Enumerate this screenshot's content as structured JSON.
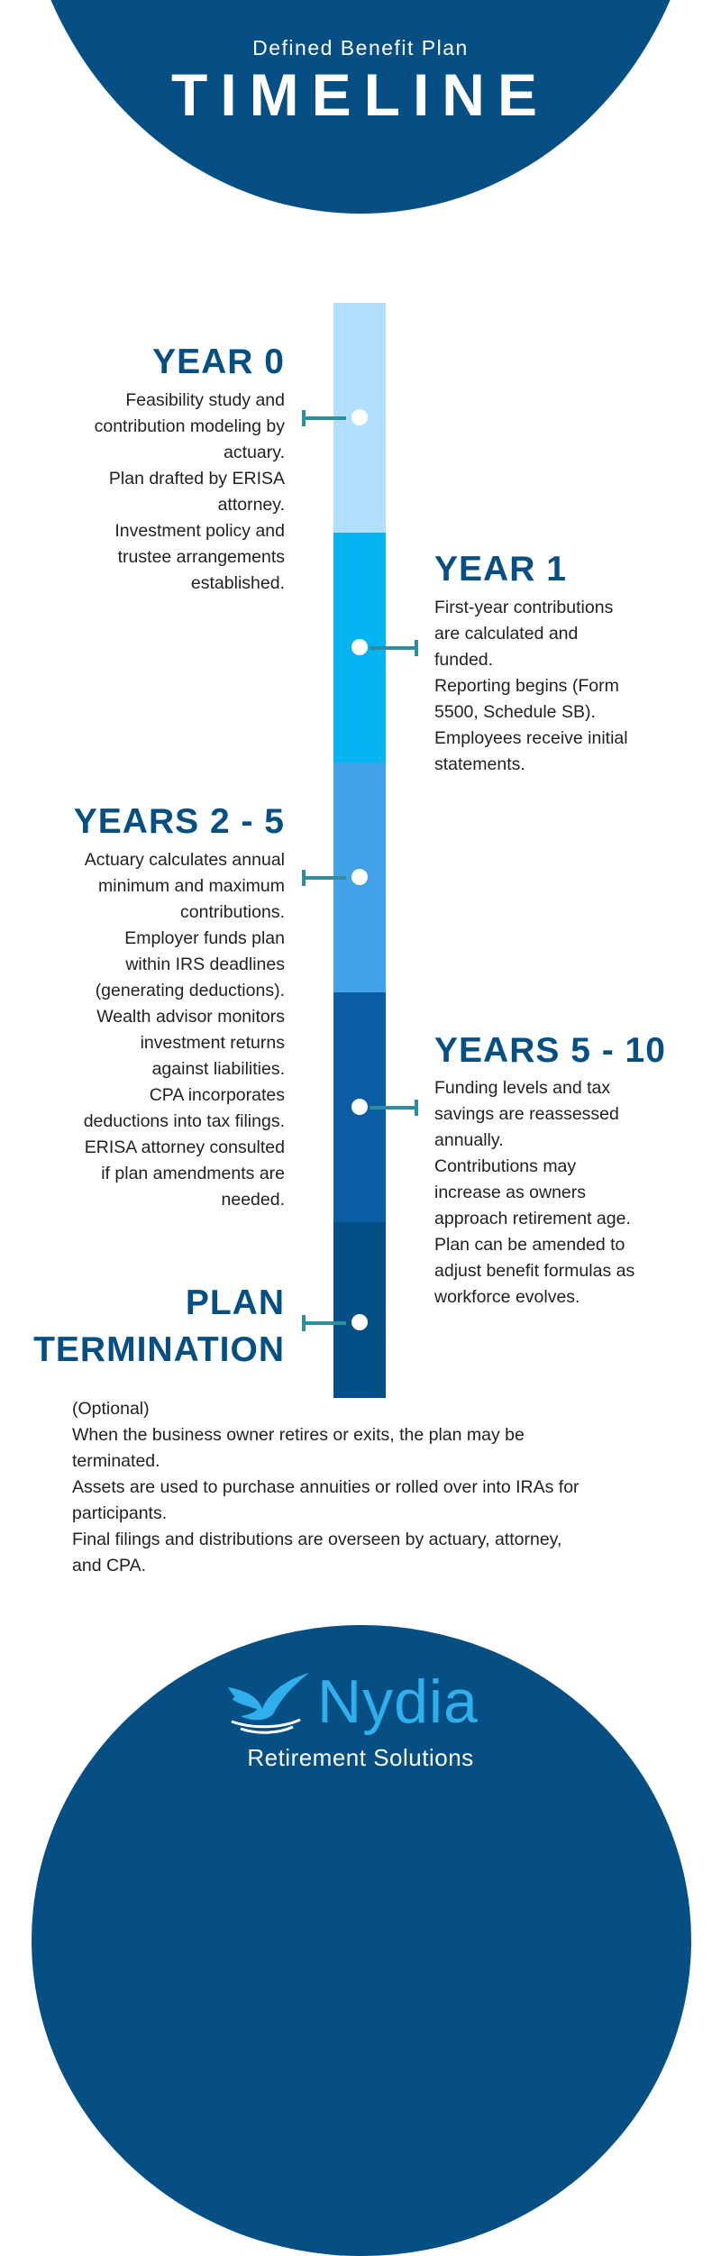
{
  "header": {
    "subtitle": "Defined Benefit Plan",
    "title": "TIMELINE"
  },
  "timeline": [
    {
      "heading": "YEAR 0",
      "lines": [
        "Feasibility study and",
        "contribution modeling by",
        "actuary.",
        "Plan drafted by ERISA",
        "attorney.",
        "Investment policy and",
        "trustee arrangements",
        "established."
      ]
    },
    {
      "heading": "YEAR 1",
      "lines": [
        "First-year contributions",
        "are calculated and",
        "funded.",
        "Reporting begins (Form",
        "5500, Schedule SB).",
        "Employees receive initial",
        "statements."
      ]
    },
    {
      "heading": "YEARS 2 - 5",
      "lines": [
        "Actuary calculates annual",
        "minimum and maximum",
        "contributions.",
        "Employer funds plan",
        "within IRS deadlines",
        "(generating deductions).",
        "Wealth advisor monitors",
        "investment returns",
        "against liabilities.",
        "CPA incorporates",
        "deductions into tax filings.",
        "ERISA attorney consulted",
        "if plan amendments are",
        "needed."
      ]
    },
    {
      "heading": "YEARS 5 - 10",
      "lines": [
        "Funding levels and tax",
        "savings are reassessed",
        "annually.",
        "Contributions may",
        "increase as owners",
        "approach retirement age.",
        "Plan can be amended to",
        "adjust benefit formulas as",
        "workforce evolves."
      ]
    },
    {
      "heading_lines": [
        "PLAN",
        "TERMINATION"
      ],
      "lines": [
        "(Optional)",
        "When the business owner retires or exits, the plan may be",
        "terminated.",
        "Assets are used to purchase annuities or rolled over into IRAs for",
        "participants.",
        "Final filings and distributions are overseen by actuary, attorney,",
        "and CPA."
      ]
    }
  ],
  "footer": {
    "brand": "Nydia",
    "tagline": "Retirement Solutions"
  },
  "colors": {
    "navy": "#054f85",
    "segment_colors": [
      "#b3dfff",
      "#03b4f0",
      "#41a2e8",
      "#0a5da3",
      "#044f86"
    ],
    "connector": "#2e8e9e",
    "brand_blue": "#2fb0ec"
  }
}
